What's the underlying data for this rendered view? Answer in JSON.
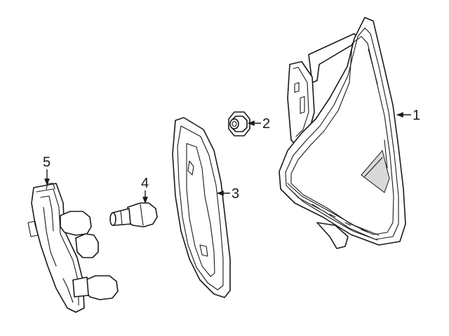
{
  "callouts": [
    {
      "id": "callout-1",
      "label": "1"
    },
    {
      "id": "callout-2",
      "label": "2"
    },
    {
      "id": "callout-3",
      "label": "3"
    },
    {
      "id": "callout-4",
      "label": "4"
    },
    {
      "id": "callout-5",
      "label": "5"
    }
  ],
  "parts": [
    {
      "callout": "1",
      "name": "tail-lamp-housing"
    },
    {
      "callout": "2",
      "name": "nut"
    },
    {
      "callout": "3",
      "name": "gasket"
    },
    {
      "callout": "4",
      "name": "bulb"
    },
    {
      "callout": "5",
      "name": "bulb-socket-board"
    }
  ]
}
